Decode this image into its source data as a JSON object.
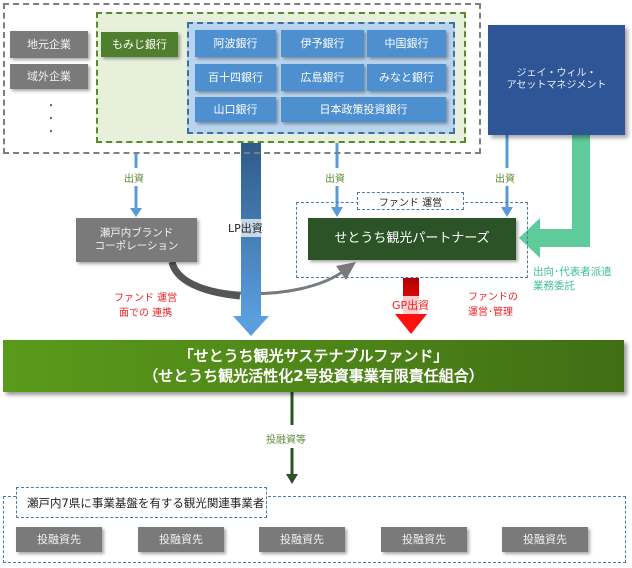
{
  "investors": {
    "companies": [
      "地元企業",
      "域外企業"
    ],
    "ellipsis": "・\n・\n・",
    "momiji_bank": "もみじ銀行",
    "banks": [
      [
        "阿波銀行",
        "伊予銀行",
        "中国銀行"
      ],
      [
        "百十四銀行",
        "広島銀行",
        "みなと銀行"
      ],
      [
        "山口銀行",
        "日本政策投資銀行"
      ]
    ]
  },
  "asset_manager": {
    "line1": "ジェイ・ウィル・",
    "line2": "アセットマネジメント"
  },
  "brand_corp": {
    "line1": "瀬戸内ブランド",
    "line2": "コーポレーション"
  },
  "partners": {
    "name": "せとうち観光パートナーズ",
    "group_label": "ファンド 運営"
  },
  "fund": {
    "line1": "「せとうち観光サステナブルファンド」",
    "line2": "（せとうち観光活性化2号投資事業有限責任組合）"
  },
  "flows": {
    "invest_left": "出資",
    "invest_center": "出資",
    "invest_right": "出資",
    "lp": "LP出資",
    "gp": "GP出資",
    "brand_collab_line1": "ファンド 運営",
    "brand_collab_line2": "面での 連携",
    "fund_mgmt_line1": "ファンドの",
    "fund_mgmt_line2": "運営･管理",
    "secondment_line1": "出向･代表者派遣",
    "secondment_line2": "業務委託",
    "financing": "投融資等"
  },
  "investees": {
    "group_label": "瀬戸内7県に事業基盤を有する観光関連事業者",
    "items": [
      "投融資先",
      "投融資先",
      "投融資先",
      "投融資先",
      "投融資先"
    ]
  },
  "colors": {
    "bank_blue": "#4d8fcf",
    "partners_green": "#2b5327",
    "fund_green": "#4c8218",
    "navy": "#2e5596",
    "gp_red": "#e00000",
    "teal": "#5fcb9a"
  }
}
